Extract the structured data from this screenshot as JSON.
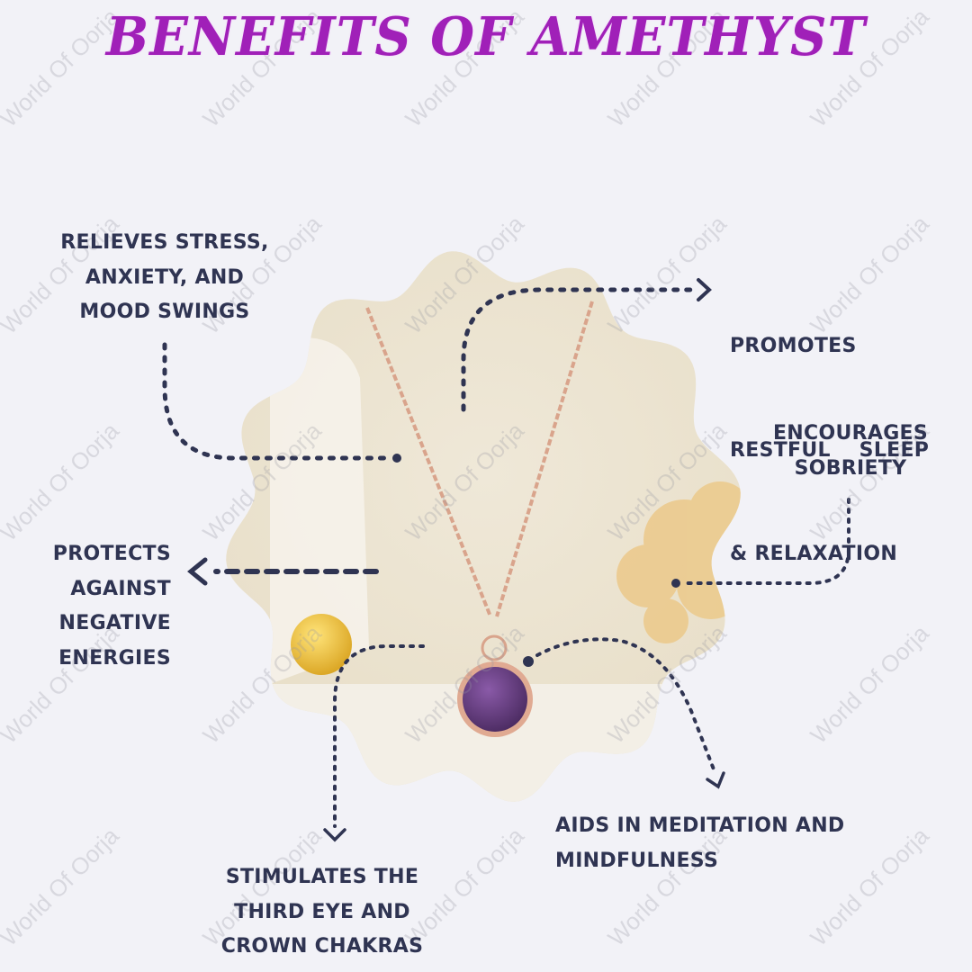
{
  "title": "BENEFITS OF AMETHYST",
  "watermark": "World Of Oorja",
  "colors": {
    "title": "#a020b8",
    "text": "#2f3452",
    "background": "#f2f2f7",
    "stone": "#5e3a78"
  },
  "benefits": {
    "stress": [
      "RELIEVES STRESS,",
      "ANXIETY, AND",
      "MOOD SWINGS"
    ],
    "sleep": [
      "PROMOTES",
      "RESTFUL    SLEEP",
      "& RELAXATION"
    ],
    "sobriety": [
      "ENCOURAGES",
      "SOBRIETY"
    ],
    "protects": [
      "PROTECTS",
      "AGAINST",
      "NEGATIVE",
      "ENERGIES"
    ],
    "meditation": [
      "AIDS IN MEDITATION AND",
      "MINDFULNESS"
    ],
    "chakras": [
      "STIMULATES THE",
      "THIRD EYE AND",
      "CROWN CHAKRAS"
    ]
  }
}
